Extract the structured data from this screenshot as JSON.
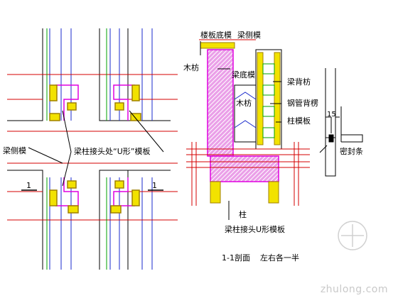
{
  "left_plan": {
    "beam_side_form": "梁侧模",
    "joint_u_form": "梁柱接头处“U形”模板",
    "section_mark_left": "1",
    "section_mark_right": "1"
  },
  "section": {
    "slab_bottom_form": "楼板底模",
    "beam_side_form": "梁侧模",
    "timber_left": "木枋",
    "beam_bottom_form": "梁底模",
    "timber_inner": "木枋",
    "beam_back_batten": "梁背枋",
    "steel_tube_back_brace": "钢管背楞",
    "column_form": "柱模板",
    "column": "柱",
    "joint_u_form": "梁柱接头U形模板",
    "caption": "1-1剖面",
    "caption_note": "左右各一半"
  },
  "detail": {
    "dimension": "15",
    "seal_strip": "密封条"
  },
  "watermark": "zhulong.com",
  "colors": {
    "red": "#d40000",
    "blue": "#0000cc",
    "magenta": "#e000e0",
    "yellow": "#e8d000",
    "green": "#00a000",
    "pink_fill": "#e6a0e6"
  }
}
